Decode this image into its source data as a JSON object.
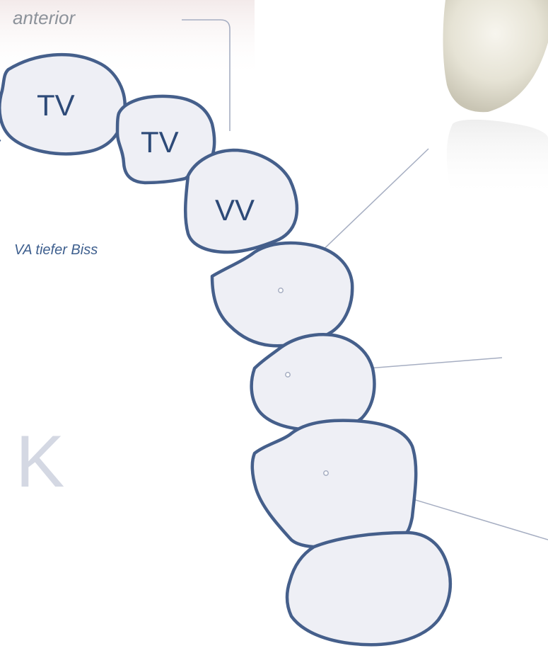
{
  "labels": {
    "anterior": "anterior",
    "subtitle": "VA tiefer Biss",
    "section_letter": "K"
  },
  "teeth": [
    {
      "id": "t1",
      "label": "TV"
    },
    {
      "id": "t2",
      "label": "TV"
    },
    {
      "id": "t3",
      "label": "VV"
    },
    {
      "id": "t4",
      "label": ""
    },
    {
      "id": "t5",
      "label": ""
    },
    {
      "id": "t6",
      "label": ""
    },
    {
      "id": "t7",
      "label": ""
    }
  ],
  "colors": {
    "tooth_fill": "#eeeff5",
    "tooth_stroke": "#455f8b",
    "tooth_text": "#2d4a78",
    "leader_line": "#a6aec2",
    "accent_italic": "#3e5f8e",
    "section_letter": "#d4d8e3"
  }
}
